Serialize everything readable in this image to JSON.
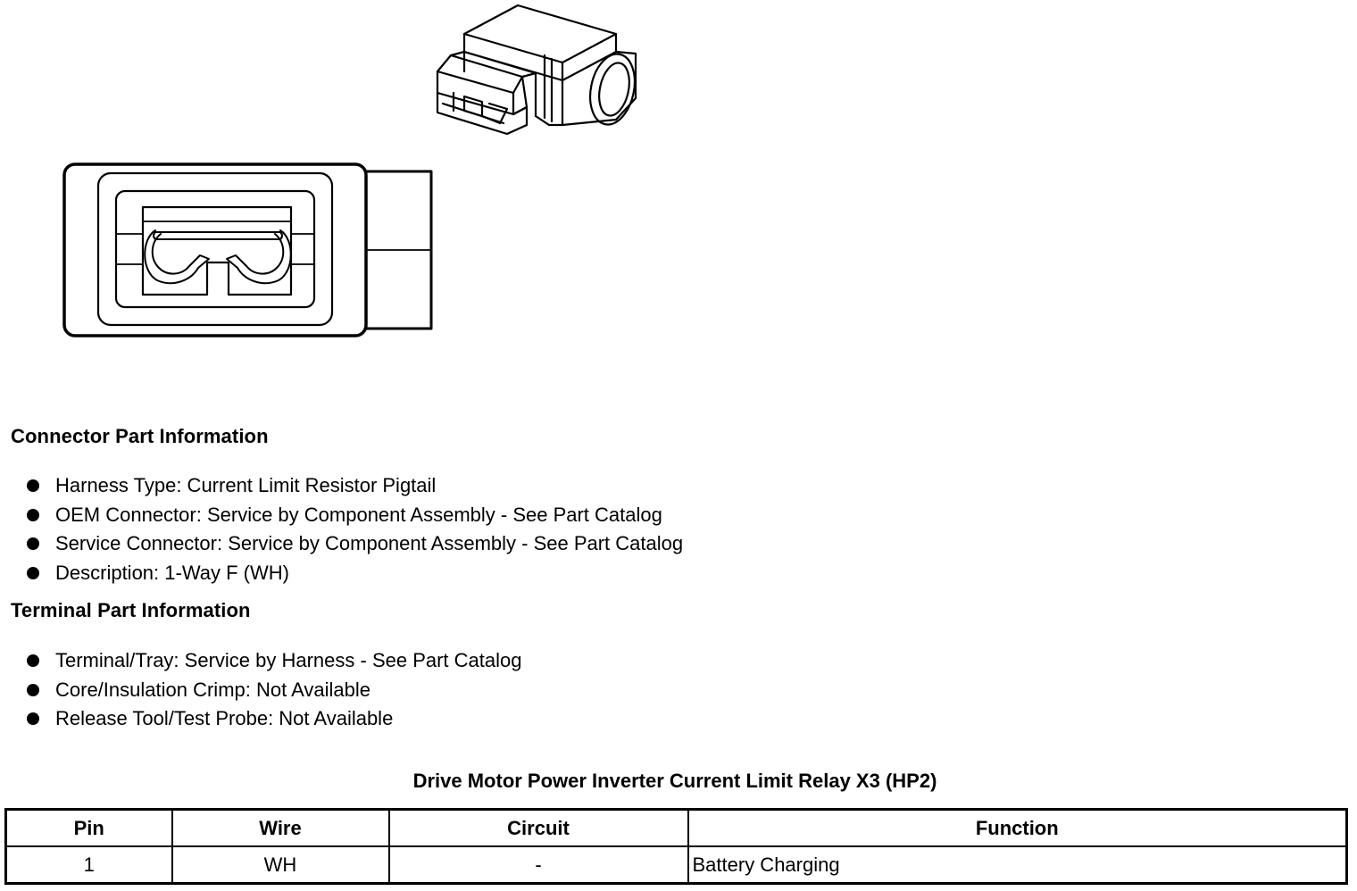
{
  "connector_section": {
    "heading": "Connector Part Information",
    "items": [
      "Harness Type: Current Limit Resistor Pigtail",
      "OEM Connector: Service by Component Assembly - See Part Catalog",
      "Service Connector: Service by Component Assembly - See Part Catalog",
      "Description: 1-Way F (WH)"
    ]
  },
  "terminal_section": {
    "heading": "Terminal Part Information",
    "items": [
      "Terminal/Tray: Service by Harness - See Part Catalog",
      "Core/Insulation Crimp: Not Available",
      "Release Tool/Test Probe: Not Available"
    ]
  },
  "pinout_table": {
    "title": "Drive Motor Power Inverter Current Limit Relay X3 (HP2)",
    "headers": [
      "Pin",
      "Wire",
      "Circuit",
      "Function"
    ],
    "rows": [
      [
        "1",
        "WH",
        "-",
        "Battery Charging"
      ]
    ]
  }
}
